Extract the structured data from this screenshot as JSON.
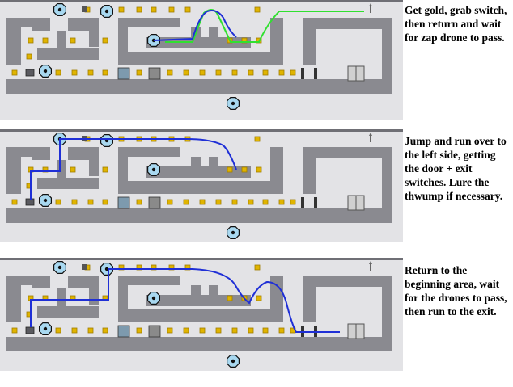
{
  "panels": [
    {
      "id": "p1",
      "caption": "Get gold, grab switch, then return and wait for zap drone to pass.",
      "paths": [
        "blue",
        "green"
      ]
    },
    {
      "id": "p2",
      "caption": "Jump and run over to the left side, getting the door + exit switches. Lure the thwump if necessary.",
      "paths": [
        "blue"
      ]
    },
    {
      "id": "p3",
      "caption": "Return to the beginning area, wait for the drones to pass, then run to the exit.",
      "paths": [
        "blue"
      ]
    }
  ],
  "colors": {
    "floor": "#e3e3e6",
    "wall": "#8a8a90",
    "wall_dark": "#6f6f75",
    "gold": "#e0b400",
    "gold_edge": "#a07d00",
    "drone": "#a8d8f0",
    "path_blue": "#1f2fd6",
    "path_green": "#30e030"
  },
  "icons": [
    "drone-icon",
    "gold-icon",
    "exit-door-icon",
    "exit-switch-icon",
    "player-ninja-icon",
    "thwump-icon",
    "locked-door-icon"
  ]
}
